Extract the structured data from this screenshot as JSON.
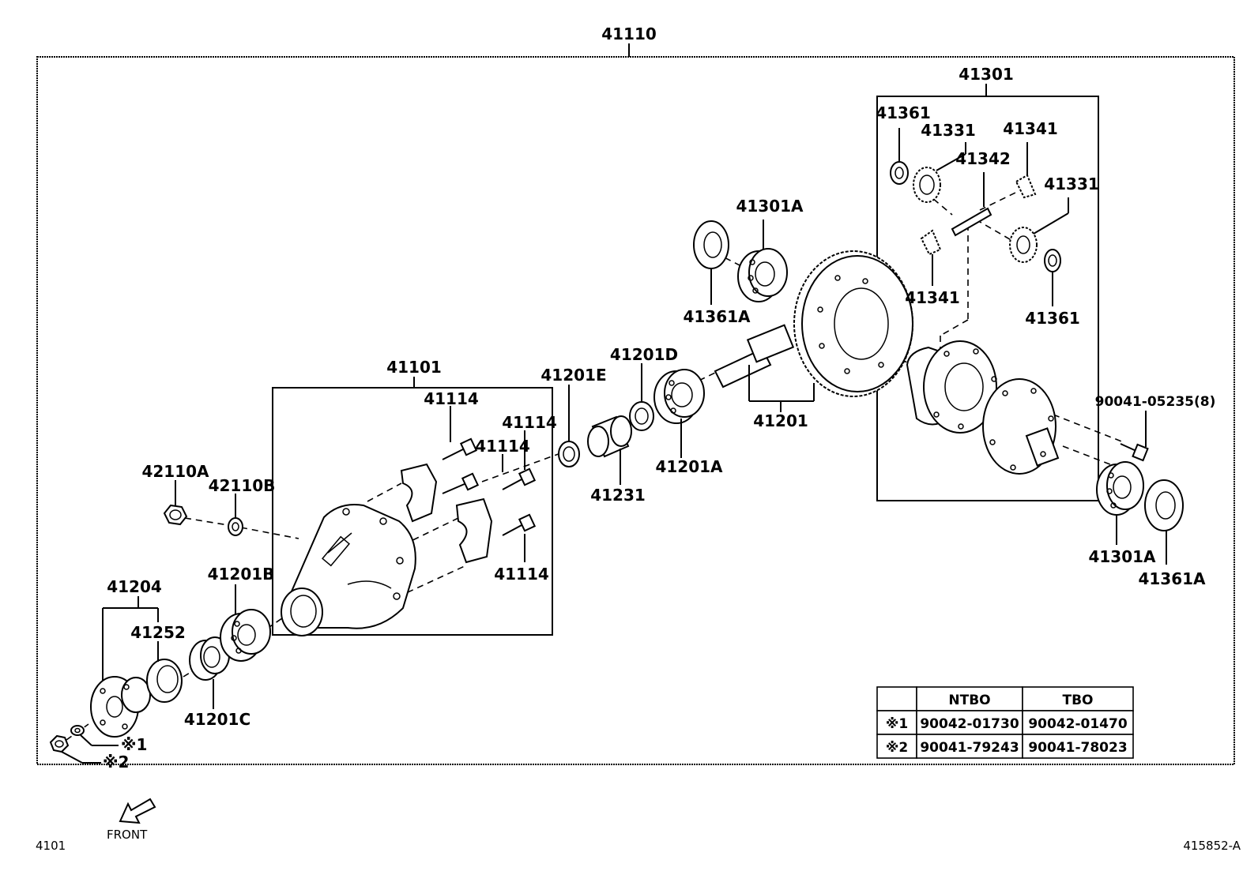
{
  "title_number": "41110",
  "labels": {
    "l41101": "41101",
    "l41114_a": "41114",
    "l41114_b": "41114",
    "l41114_c": "41114",
    "l41114_d": "41114",
    "l42110A": "42110A",
    "l42110B": "42110B",
    "l41204": "41204",
    "l41252": "41252",
    "l41201B": "41201B",
    "l41201C": "41201C",
    "l41201E": "41201E",
    "l41201D": "41201D",
    "l41231": "41231",
    "l41201A": "41201A",
    "l41201": "41201",
    "l41301A_top": "41301A",
    "l41361A_top": "41361A",
    "l41301": "41301",
    "l41361_a": "41361",
    "l41331_a": "41331",
    "l41341_a": "41341",
    "l41342": "41342",
    "l41331_b": "41331",
    "l41341_b": "41341",
    "l41361_b": "41361",
    "l90041": "90041-05235(8)",
    "l41301A_bot": "41301A",
    "l41361A_bot": "41361A",
    "note1": "※1",
    "note2": "※2"
  },
  "table": {
    "headers": [
      "",
      "NTBO",
      "TBO"
    ],
    "rows": [
      [
        "※1",
        "90042-01730",
        "90042-01470"
      ],
      [
        "※2",
        "90041-79243",
        "90041-78023"
      ]
    ]
  },
  "footer": {
    "left_code": "4101",
    "front_label": "FRONT",
    "right_code": "415852-A"
  }
}
